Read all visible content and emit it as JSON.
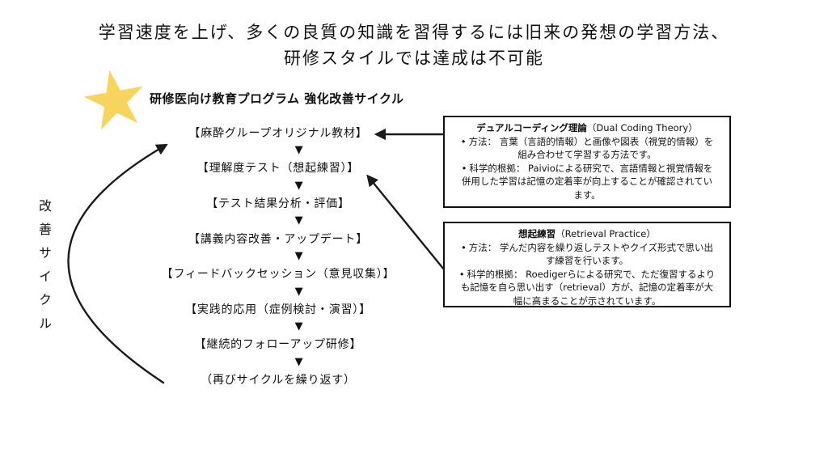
{
  "title": {
    "line1": "学習速度を上げ、多くの良質の知識を習得するには旧来の発想の学習方法、",
    "line2": "研修スタイルでは達成は不可能"
  },
  "heading": "研修医向け教育プログラム 強化改善サイクル",
  "side_label": "改善サイクル",
  "bullet_char": "•",
  "cycle": {
    "separator": "▼",
    "items": [
      "【麻酔グループオリジナル教材】",
      "【理解度テスト（想起練習）】",
      "【テスト結果分析・評価】",
      "【講義内容改善・アップデート】",
      "【フィードバックセッション（意見収集）】",
      "【実践的応用（症例検討・演習）】",
      "【継続的フォローアップ研修】",
      "（再びサイクルを繰り返す）"
    ]
  },
  "boxes": [
    {
      "title_jp": "デュアルコーディング理論",
      "title_en": "（Dual Coding Theory）",
      "bullets": [
        "方法： 言葉（言語的情報）と画像や図表（視覚的情報）を組み合わせて学習する方法です。",
        "科学的根拠： Paivioによる研究で、言語情報と視覚情報を併用した学習は記憶の定着率が向上することが確認されています。"
      ]
    },
    {
      "title_jp": "想起練習",
      "title_en": "（Retrieval Practice）",
      "bullets": [
        "方法： 学んだ内容を繰り返しテストやクイズ形式で思い出す練習を行います。",
        "科学的根拠： Roedigerらによる研究で、ただ復習するよりも記憶を自ら思い出す（retrieval）方が、記憶の定着率が大幅に高まることが示されています。"
      ]
    }
  ],
  "colors": {
    "background": "#FFFFFF",
    "text": "#111111",
    "star": "#F6D45E",
    "line": "#1A1A1A"
  }
}
